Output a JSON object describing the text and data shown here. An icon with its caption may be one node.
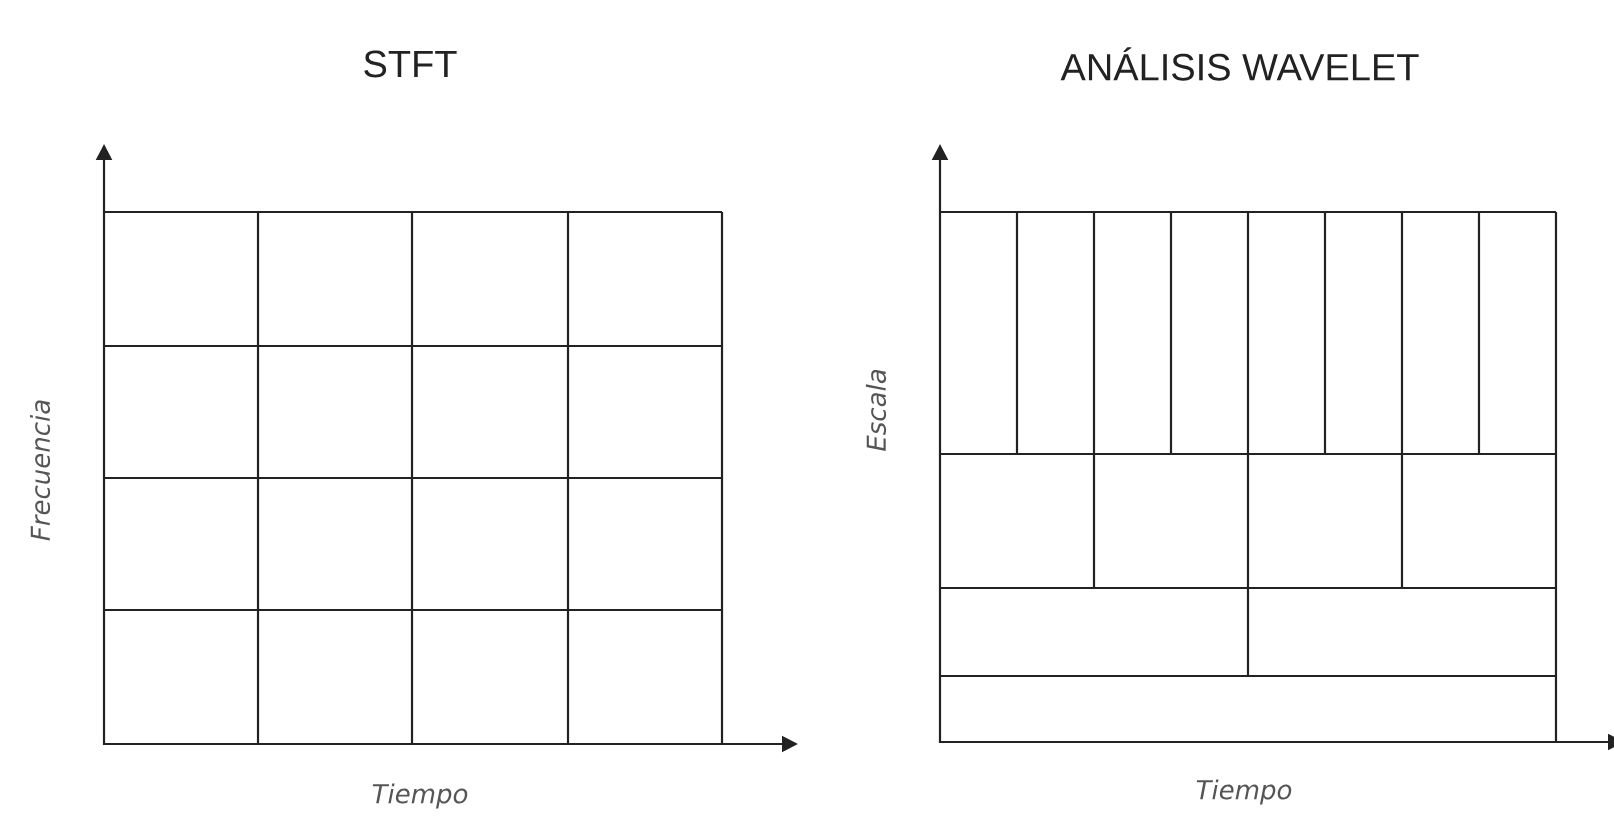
{
  "diagram": {
    "labels": [
      "STFT",
      "ANÁLISIS WAVELET",
      "Frecuencia",
      "Escala",
      "Tiempo",
      "Tiempo"
    ]
  }
}
